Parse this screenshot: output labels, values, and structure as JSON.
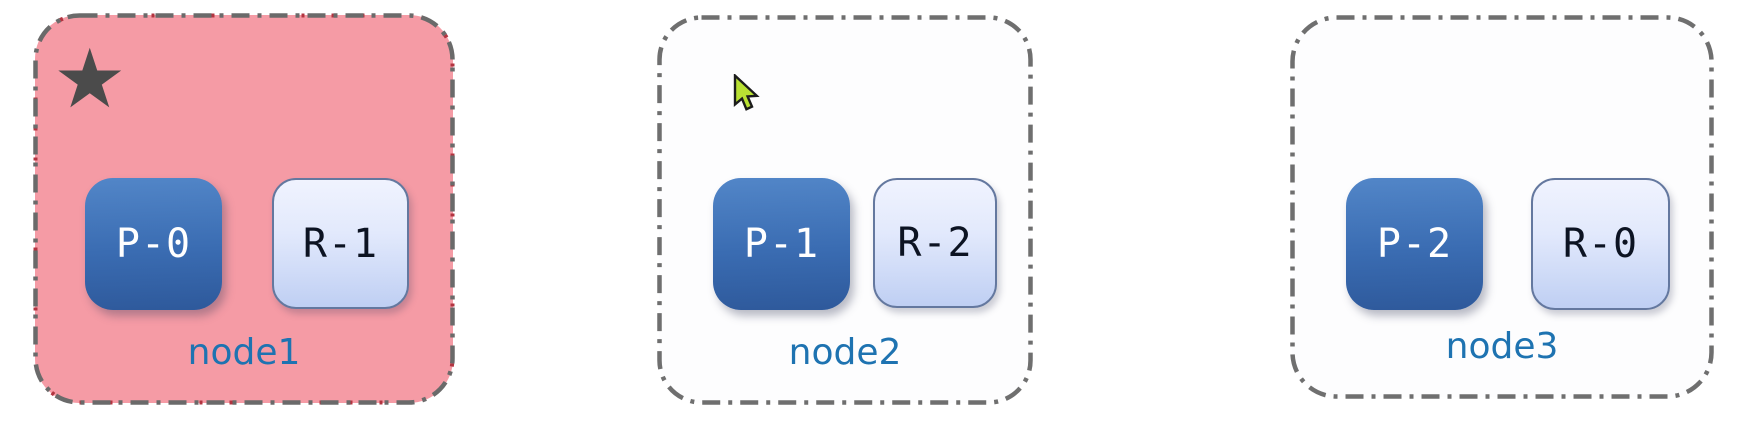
{
  "diagram": {
    "type": "cluster-diagram",
    "nodes": [
      {
        "label": "node1",
        "selected": true,
        "starred": true,
        "boxes": [
          {
            "kind": "process",
            "label": "P-0"
          },
          {
            "kind": "resource",
            "label": "R-1"
          }
        ]
      },
      {
        "label": "node2",
        "selected": false,
        "starred": false,
        "boxes": [
          {
            "kind": "process",
            "label": "P-1"
          },
          {
            "kind": "resource",
            "label": "R-2"
          }
        ]
      },
      {
        "label": "node3",
        "selected": false,
        "starred": false,
        "boxes": [
          {
            "kind": "process",
            "label": "P-2"
          },
          {
            "kind": "resource",
            "label": "R-0"
          }
        ]
      }
    ],
    "icons": {
      "star": "★",
      "cursor": "arrow-pointer"
    },
    "palette": {
      "selected_node_fill": "#f59ba5",
      "node_border": "#6f6f6f",
      "selected_border_accent": "#b23440",
      "process_box_top": "#5286c8",
      "process_box_bottom": "#2e599b",
      "process_text": "#ffffff",
      "resource_box_top": "#f0f3fe",
      "resource_box_bottom": "#bfcff3",
      "resource_box_border": "#64789f",
      "resource_text": "#0c1322",
      "node_label_color": "#1e73b1",
      "star_color": "#4b4b4b",
      "cursor_fill": "#b9e133"
    }
  }
}
